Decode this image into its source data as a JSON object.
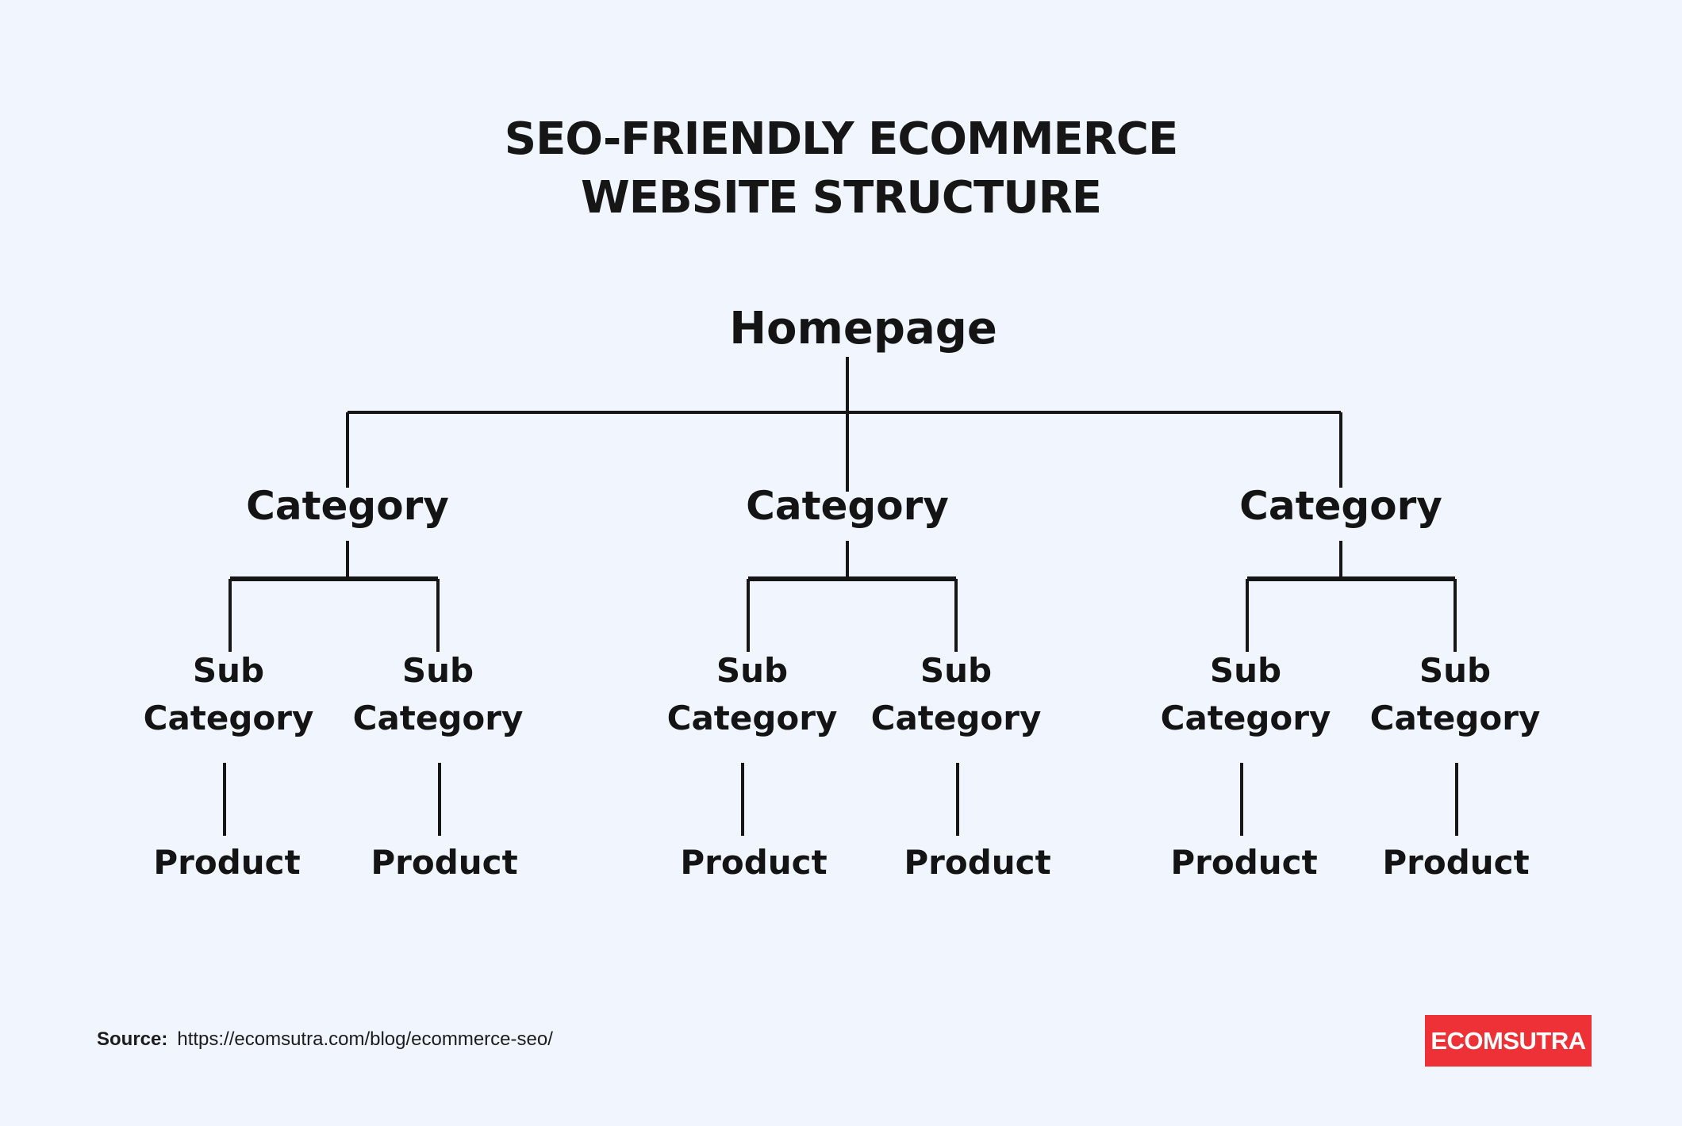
{
  "title": {
    "line1": "SEO-FRIENDLY ECOMMERCE",
    "line2": "WEBSITE STRUCTURE"
  },
  "tree": {
    "label": "Homepage",
    "children": [
      {
        "label": "Category",
        "children": [
          {
            "label": [
              "Sub",
              "Category"
            ],
            "children": [
              {
                "label": "Product"
              }
            ]
          },
          {
            "label": [
              "Sub",
              "Category"
            ],
            "children": [
              {
                "label": "Product"
              }
            ]
          }
        ]
      },
      {
        "label": "Category",
        "children": [
          {
            "label": [
              "Sub",
              "Category"
            ],
            "children": [
              {
                "label": "Product"
              }
            ]
          },
          {
            "label": [
              "Sub",
              "Category"
            ],
            "children": [
              {
                "label": "Product"
              }
            ]
          }
        ]
      },
      {
        "label": "Category",
        "children": [
          {
            "label": [
              "Sub",
              "Category"
            ],
            "children": [
              {
                "label": "Product"
              }
            ]
          },
          {
            "label": [
              "Sub",
              "Category"
            ],
            "children": [
              {
                "label": "Product"
              }
            ]
          }
        ]
      }
    ]
  },
  "source": {
    "label": "Source:",
    "url": "https://ecomsutra.com/blog/ecommerce-seo/"
  },
  "logo": {
    "text": "ECOMSUTRA",
    "background": "#ee3137",
    "color": "#ffffff"
  }
}
